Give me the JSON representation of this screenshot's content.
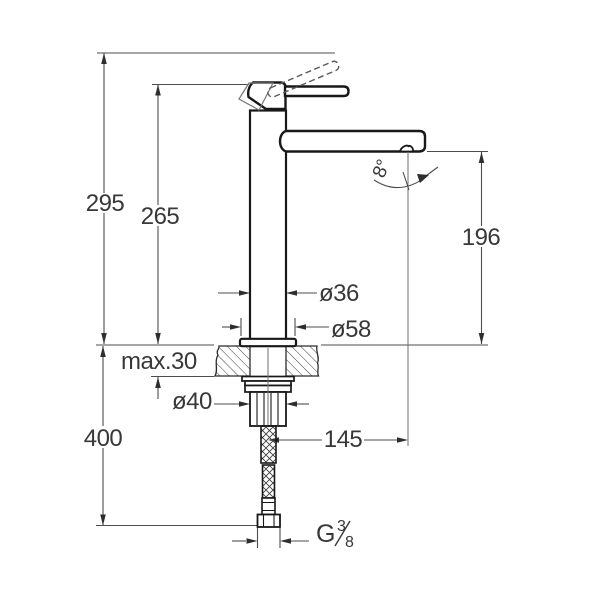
{
  "drawing_labels": {
    "total_height": "295",
    "body_height": "265",
    "outlet_height": "196",
    "max_counter_thickness": "max.30",
    "min_hose_length": "400",
    "body_diameter": "ø36",
    "base_diameter": "ø58",
    "shank_nut_diameter": "ø40",
    "outlet_reach": "145",
    "outlet_angle": "8°",
    "thread": {
      "prefix": "G",
      "numerator": "3",
      "denominator": "8"
    }
  },
  "colors": {
    "object_line": "#181818",
    "dimension_line": "#4d4d4d",
    "text": "#383838",
    "background": "#ffffff"
  }
}
